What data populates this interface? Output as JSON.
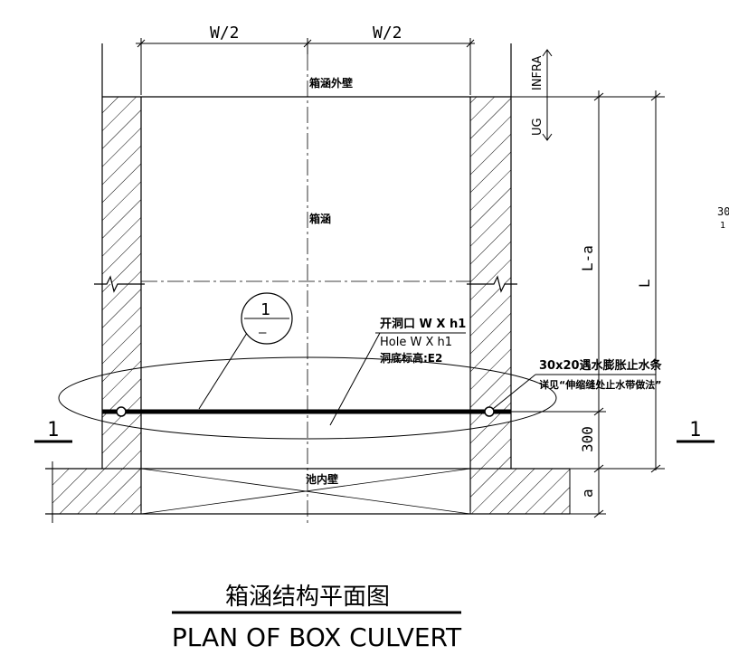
{
  "dimensions": {
    "half_width_left": "W/2",
    "half_width_right": "W/2",
    "L_minus_a": "L-a",
    "L": "L",
    "d300": "300",
    "a": "a",
    "cut_right_partial": "30",
    "cut_right_partial2": "1"
  },
  "labels": {
    "outer_wall": "箱涵外壁",
    "culvert": "箱涵",
    "inner_wall": "池内壁",
    "ug": "UG",
    "infra": "INFRA",
    "opening_cn": "开洞口 W X h1",
    "opening_en": "Hole W X h1",
    "opening_elev": "洞底标高:E2",
    "waterstop_spec": "30x20遇水膨胀止水条",
    "waterstop_detail": "详见“伸缩缝处止水带做法”"
  },
  "detail_callout": {
    "number": "1",
    "sheet": "—"
  },
  "section_marks": {
    "left": "1",
    "right": "1"
  },
  "title": {
    "cn": "箱涵结构平面图",
    "en": "PLAN OF BOX CULVERT"
  }
}
